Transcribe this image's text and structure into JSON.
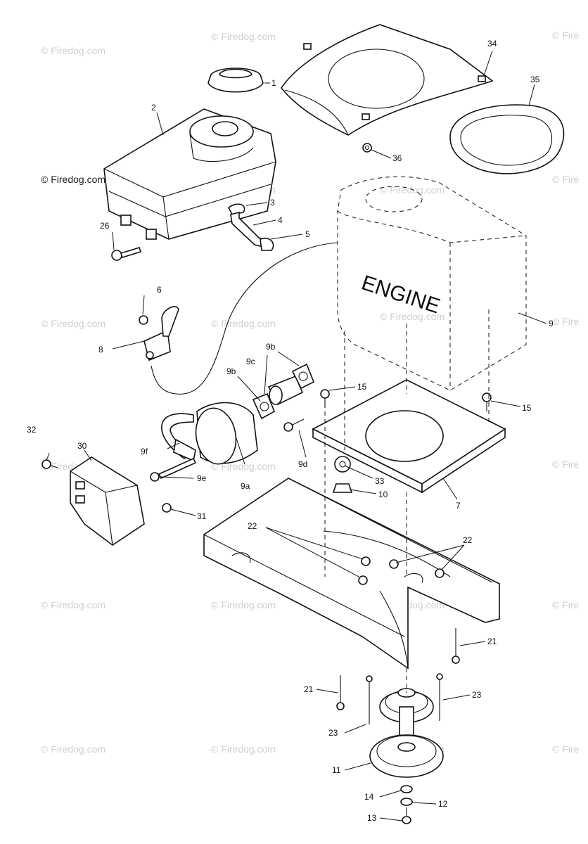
{
  "watermark": {
    "text": "© Firedog.com",
    "text_prefix": "© Fire"
  },
  "engine_label": "ENGINE",
  "callouts": [
    {
      "id": "c1",
      "text": "1"
    },
    {
      "id": "c2",
      "text": "2"
    },
    {
      "id": "c3",
      "text": "3"
    },
    {
      "id": "c4",
      "text": "4"
    },
    {
      "id": "c5",
      "text": "5"
    },
    {
      "id": "c6",
      "text": "6"
    },
    {
      "id": "c7",
      "text": "7"
    },
    {
      "id": "c8",
      "text": "8"
    },
    {
      "id": "c9",
      "text": "9"
    },
    {
      "id": "c9a",
      "text": "9a"
    },
    {
      "id": "c9b1",
      "text": "9b"
    },
    {
      "id": "c9b2",
      "text": "9b"
    },
    {
      "id": "c9c",
      "text": "9c"
    },
    {
      "id": "c9d",
      "text": "9d"
    },
    {
      "id": "c9e",
      "text": "9e"
    },
    {
      "id": "c9f",
      "text": "9f"
    },
    {
      "id": "c10",
      "text": "10"
    },
    {
      "id": "c11",
      "text": "11"
    },
    {
      "id": "c12",
      "text": "12"
    },
    {
      "id": "c13",
      "text": "13"
    },
    {
      "id": "c14",
      "text": "14"
    },
    {
      "id": "c15a",
      "text": "15"
    },
    {
      "id": "c15b",
      "text": "15"
    },
    {
      "id": "c21a",
      "text": "21"
    },
    {
      "id": "c21b",
      "text": "21"
    },
    {
      "id": "c22a",
      "text": "22"
    },
    {
      "id": "c22b",
      "text": "22"
    },
    {
      "id": "c23a",
      "text": "23"
    },
    {
      "id": "c23b",
      "text": "23"
    },
    {
      "id": "c26",
      "text": "26"
    },
    {
      "id": "c30",
      "text": "30"
    },
    {
      "id": "c31",
      "text": "31"
    },
    {
      "id": "c32",
      "text": "32"
    },
    {
      "id": "c33",
      "text": "33"
    },
    {
      "id": "c34",
      "text": "34"
    },
    {
      "id": "c35",
      "text": "35"
    },
    {
      "id": "c36",
      "text": "36"
    }
  ]
}
